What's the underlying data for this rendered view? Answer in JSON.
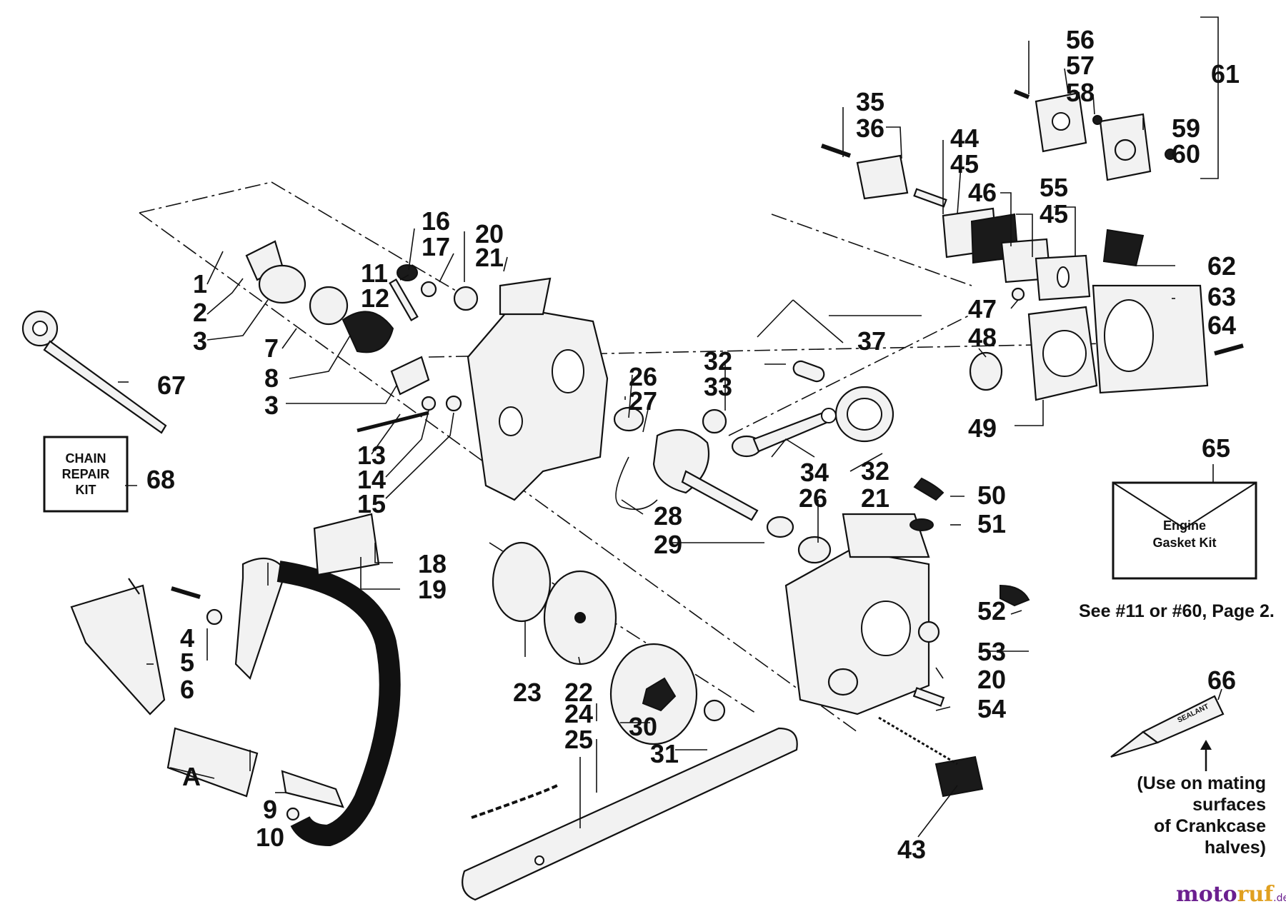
{
  "callouts": {
    "n1": "1",
    "n2": "2",
    "n3": "3",
    "n4": "4",
    "n5": "5",
    "n6": "6",
    "n7": "7",
    "n8": "8",
    "n9": "9",
    "n10": "10",
    "n11": "11",
    "n12": "12",
    "n13": "13",
    "n14": "14",
    "n15": "15",
    "n16": "16",
    "n17": "17",
    "n18": "18",
    "n19": "19",
    "n20": "20",
    "n21": "21",
    "n22": "22",
    "n23": "23",
    "n24": "24",
    "n25": "25",
    "n26": "26",
    "n27": "27",
    "n28": "28",
    "n29": "29",
    "n30": "30",
    "n31": "31",
    "n32": "32",
    "n33": "33",
    "n34": "34",
    "n35": "35",
    "n36": "36",
    "n37": "37",
    "n43": "43",
    "n44": "44",
    "n45": "45",
    "n46": "46",
    "n47": "47",
    "n48": "48",
    "n49": "49",
    "n50": "50",
    "n51": "51",
    "n52": "52",
    "n53": "53",
    "n54": "54",
    "n55": "55",
    "n56": "56",
    "n57": "57",
    "n58": "58",
    "n59": "59",
    "n60": "60",
    "n61": "61",
    "n62": "62",
    "n63": "63",
    "n64": "64",
    "n65": "65",
    "n66": "66",
    "n67": "67",
    "n68": "68",
    "nA": "A"
  },
  "chain_kit": {
    "line1": "CHAIN",
    "line2": "REPAIR",
    "line3": "KIT"
  },
  "gasket_kit": {
    "line1": "Engine",
    "line2": "Gasket Kit"
  },
  "see_note": "See #11 or #60, Page 2.",
  "sealant_label": "SEALANT",
  "sealant_note": {
    "line1": "(Use on mating",
    "line2": "surfaces",
    "line3": "of Crankcase",
    "line4": "halves)"
  },
  "watermark": {
    "part1": "moto",
    "part2": "ruf",
    "part3": ".de"
  }
}
